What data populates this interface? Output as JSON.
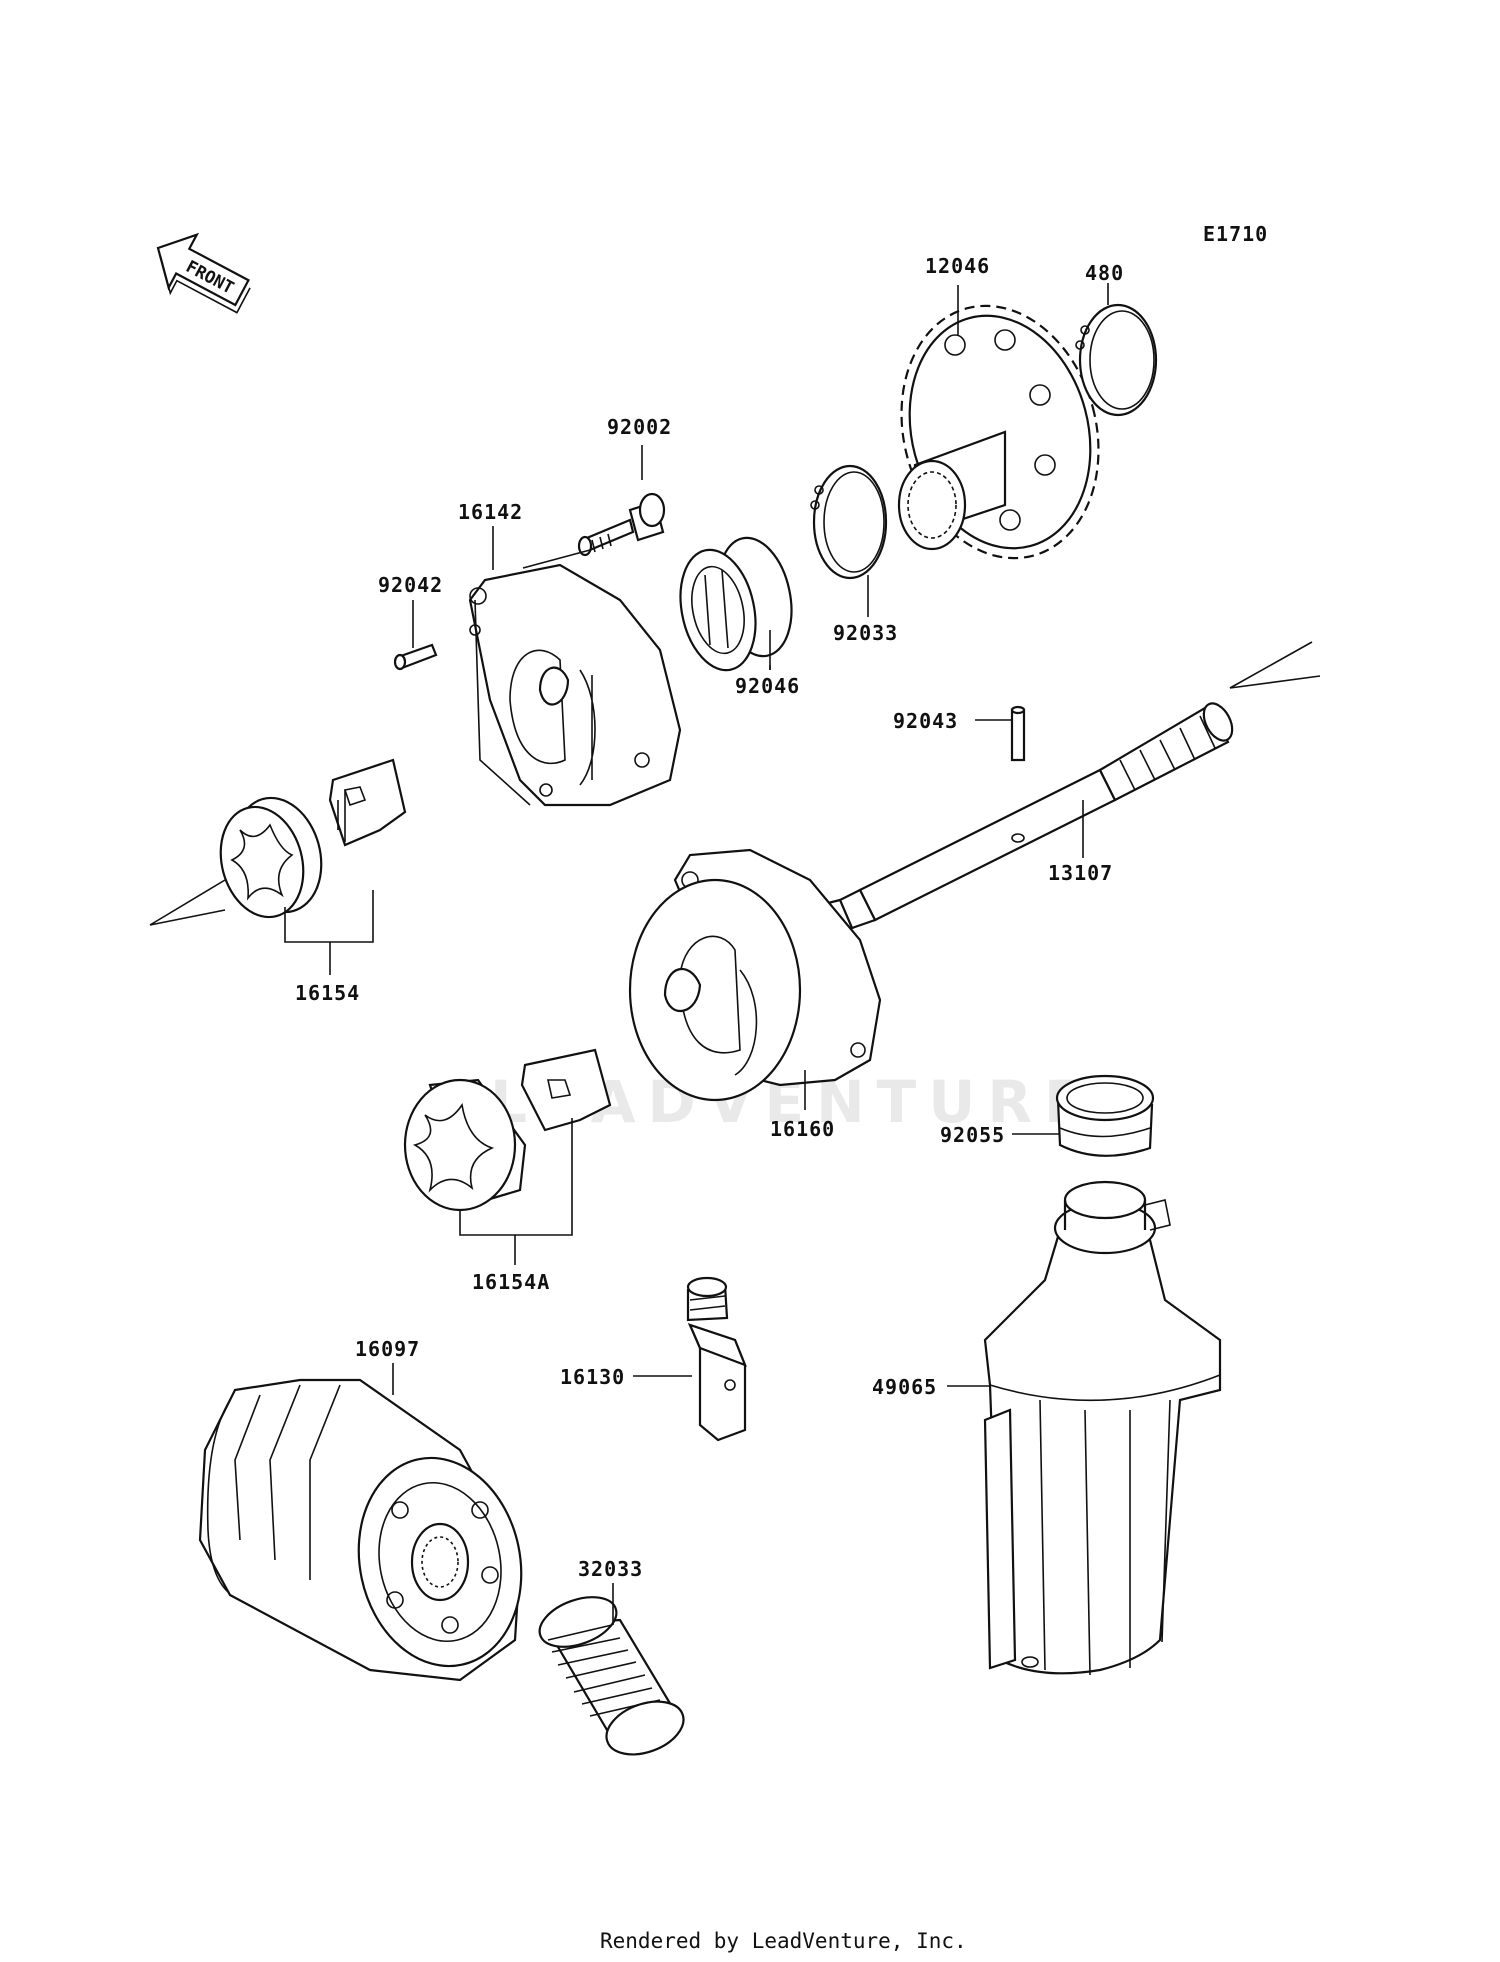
{
  "diagram": {
    "code": "E1710",
    "front_label": "FRONT",
    "watermark": "LEADVENTURE",
    "footer": "Rendered by LeadVenture, Inc.",
    "parts": {
      "p12046": "12046",
      "p480": "480",
      "p92002": "92002",
      "p16142": "16142",
      "p92042": "92042",
      "p92046": "92046",
      "p92033": "92033",
      "p92043": "92043",
      "p13107": "13107",
      "p16154": "16154",
      "p16160": "16160",
      "p92055": "92055",
      "p16154A": "16154A",
      "p16097": "16097",
      "p16130": "16130",
      "p49065": "49065",
      "p32033": "32033"
    }
  }
}
